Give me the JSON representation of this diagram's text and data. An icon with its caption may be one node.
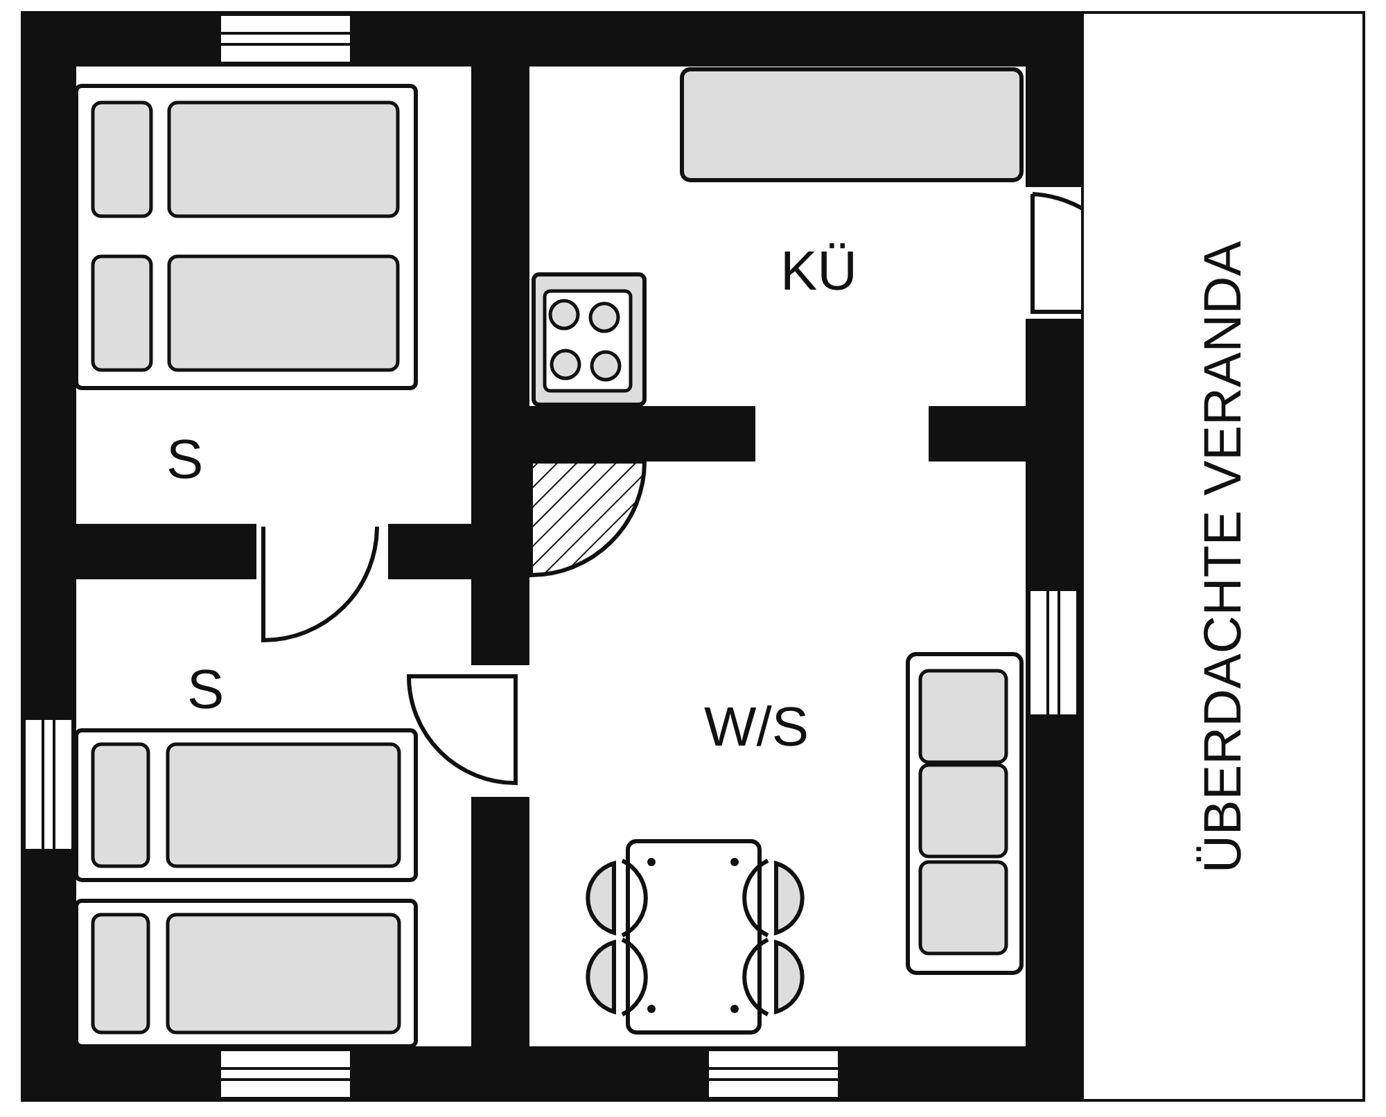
{
  "diagram": {
    "nodes": [
      {
        "text": [
          "ÜBERDACHTE VERANDA"
        ]
      }
    ],
    "labels": [
      "KÜ",
      "S",
      "S",
      "W/S"
    ]
  }
}
